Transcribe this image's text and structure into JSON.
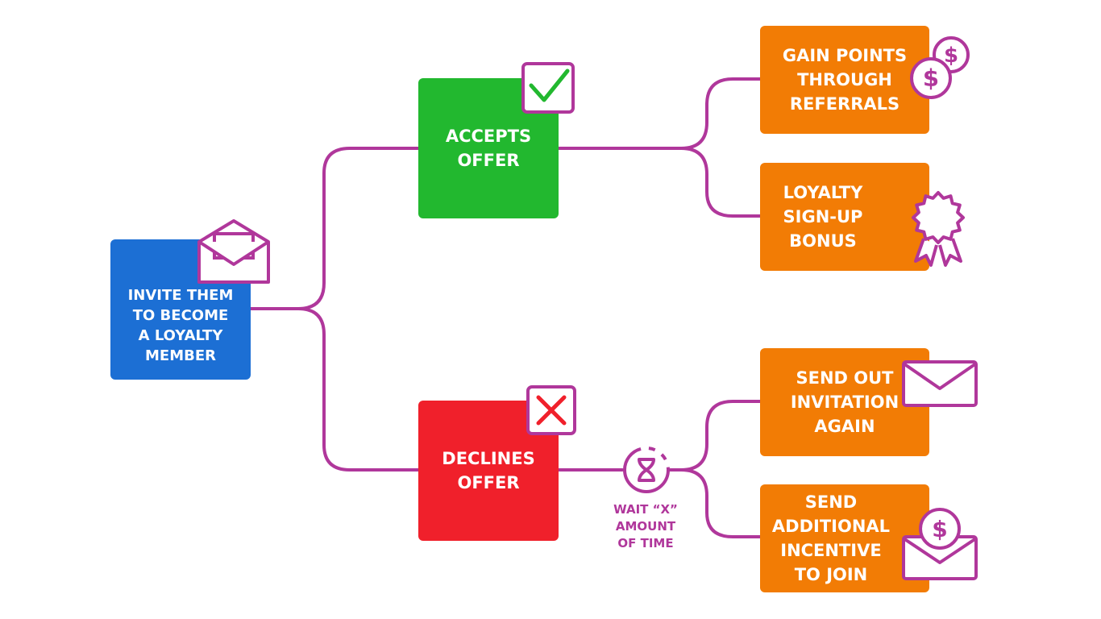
{
  "diagram": {
    "root": {
      "label": "INVITE THEM\nTO BECOME\nA LOYALTY\nMEMBER",
      "icon": "open-envelope-icon"
    },
    "accept": {
      "label": "ACCEPTS\nOFFER",
      "icon": "checkmark-icon",
      "children": [
        {
          "label": "GAIN POINTS\nTHROUGH\nREFERRALS",
          "icon": "coins-dollar-icon"
        },
        {
          "label": "LOYALTY\nSIGN-UP\nBONUS",
          "icon": "award-ribbon-icon"
        }
      ]
    },
    "decline": {
      "label": "DECLINES\nOFFER",
      "icon": "x-mark-icon",
      "wait": {
        "label": "WAIT “X”\nAMOUNT\nOF TIME",
        "icon": "hourglass-icon"
      },
      "children": [
        {
          "label": "SEND OUT\nINVITATION\nAGAIN",
          "icon": "envelope-icon"
        },
        {
          "label": "SEND\nADDITIONAL\nINCENTIVE\nTO JOIN",
          "icon": "envelope-dollar-icon"
        }
      ]
    }
  },
  "colors": {
    "root": "#1c6fd4",
    "accept": "#22b82f",
    "decline": "#f0202b",
    "outcome": "#f27c05",
    "connector": "#b0379b"
  }
}
